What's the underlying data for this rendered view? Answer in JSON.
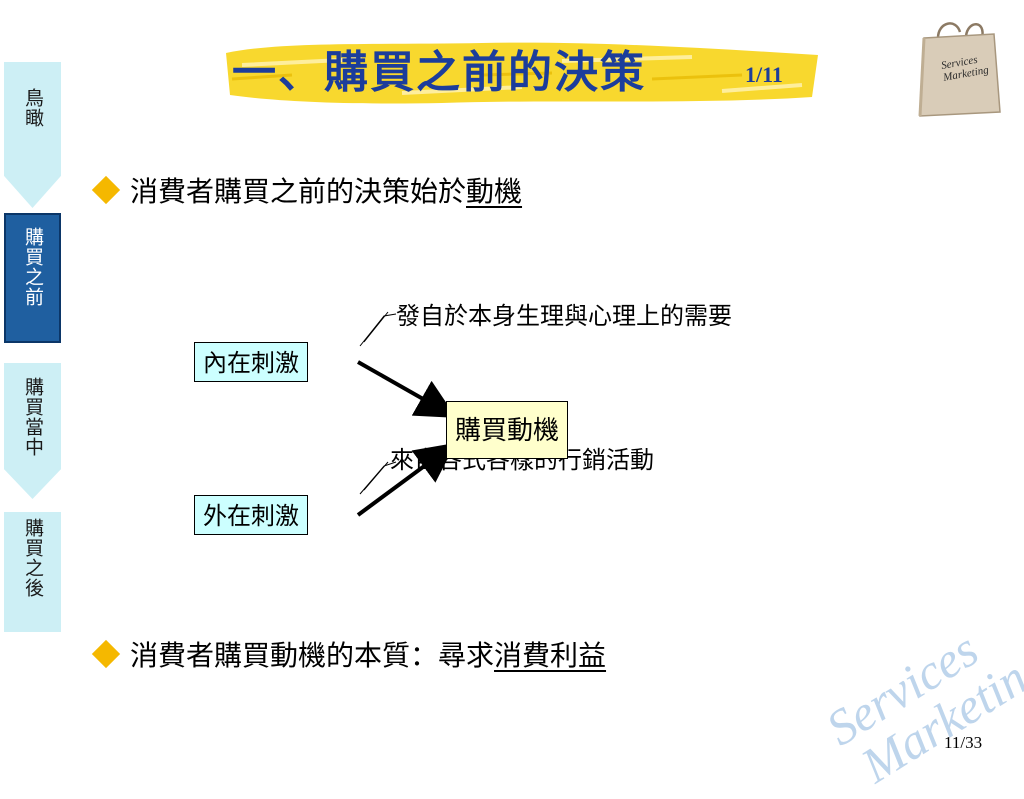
{
  "sidebar": {
    "items": [
      {
        "label": "鳥瞰",
        "active": false
      },
      {
        "label": "購買之前",
        "active": true
      },
      {
        "label": "購買當中",
        "active": false
      },
      {
        "label": "購買之後",
        "active": false
      }
    ]
  },
  "header": {
    "title": "一、購買之前的決策",
    "counter": "1/11"
  },
  "logo": {
    "line1": "Services",
    "line2": "Marketing"
  },
  "content": {
    "bullet1": {
      "text": "消費者購買之前的決策始於",
      "emphasis": "動機"
    },
    "bullet2": {
      "text": "消費者購買動機的本質：尋求",
      "emphasis": "消費利益"
    }
  },
  "diagram": {
    "internal_stimulus": "內在刺激",
    "external_stimulus": "外在刺激",
    "purchase_motive": "購買動機",
    "internal_note": "發自於本身生理與心理上的需要",
    "external_note": "來自各式各樣的行銷活動"
  },
  "watermark": {
    "line1": "Services",
    "line2": "Marketing"
  },
  "footer": {
    "page": "11/33"
  },
  "colors": {
    "title": "#1c3d9b",
    "nav_inactive": "#cdeff5",
    "nav_active": "#1f5fa0",
    "bullet": "#f5b800",
    "stimulus_box": "#ccffff",
    "motive_box": "#ffffcc",
    "highlight": "#f7d417"
  }
}
